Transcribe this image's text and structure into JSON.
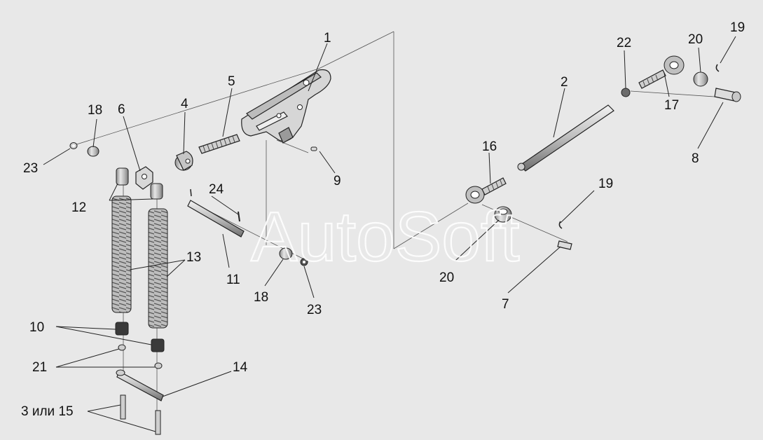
{
  "diagram": {
    "watermark": "AutoSoft",
    "labels": {
      "l1": "1",
      "l2": "2",
      "l3_15": "3 или 15",
      "l4": "4",
      "l5": "5",
      "l6": "6",
      "l7": "7",
      "l8": "8",
      "l9": "9",
      "l10": "10",
      "l11": "11",
      "l12": "12",
      "l13": "13",
      "l14": "14",
      "l16": "16",
      "l17": "17",
      "l18a": "18",
      "l18b": "18",
      "l19a": "19",
      "l19b": "19",
      "l20a": "20",
      "l20b": "20",
      "l21": "21",
      "l22": "22",
      "l23a": "23",
      "l23b": "23",
      "l24": "24"
    },
    "colors": {
      "background": "#e8e8e8",
      "part_fill": "#d9d9d9",
      "part_shade": "#9a9a9a",
      "line": "#222222"
    }
  }
}
